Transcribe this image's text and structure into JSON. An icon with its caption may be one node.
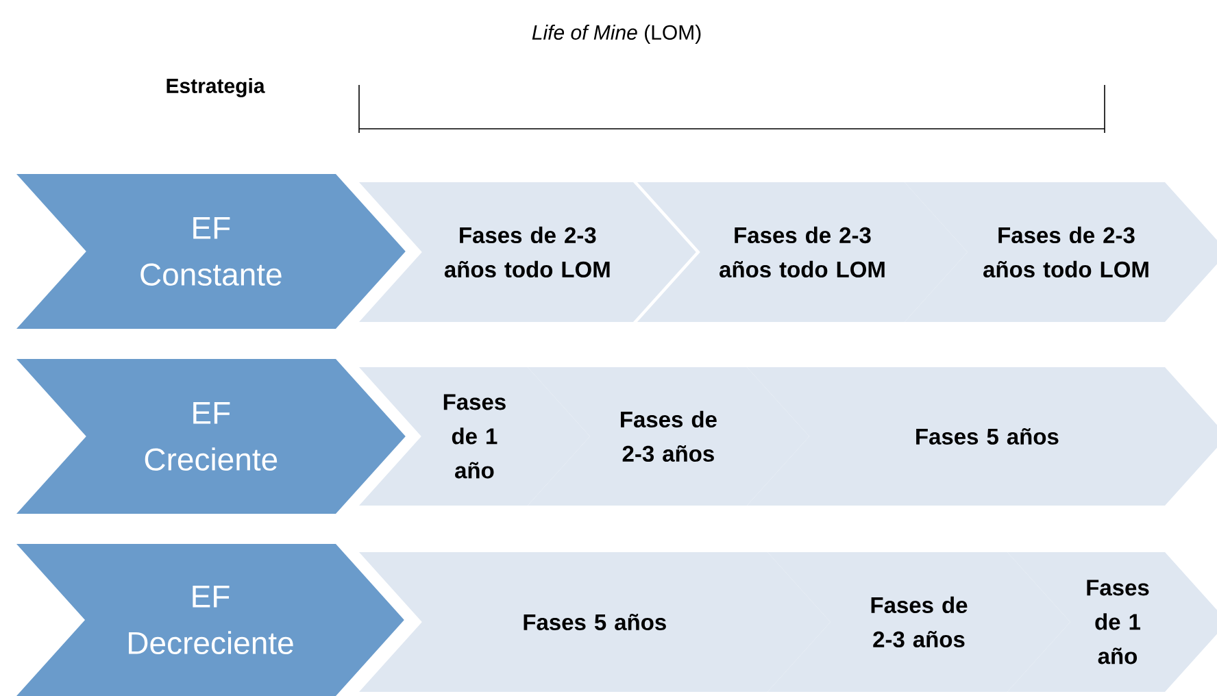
{
  "diagram": {
    "nodes": [
      {
        "text": [
          "EF Constante"
        ]
      },
      {
        "text": [
          "Fases de 2-3 años todo LOM"
        ]
      },
      {
        "text": [
          "Fases de 2-3 años todo LOM"
        ]
      },
      {
        "text": [
          "Fases de 2-3 años todo LOM"
        ]
      },
      {
        "text": [
          "EF Creciente"
        ]
      },
      {
        "text": [
          "Fases de 1 año"
        ]
      },
      {
        "text": [
          "Fases de 2-3 años"
        ]
      },
      {
        "text": [
          "Fases 5 años"
        ]
      },
      {
        "text": [
          "EF Decreciente"
        ]
      },
      {
        "text": [
          "Fases 5 años"
        ]
      },
      {
        "text": [
          "Fases de 2-3 años"
        ]
      },
      {
        "text": [
          "Fases de 1 año"
        ]
      }
    ],
    "labels": [
      "*Life of Mine* (LOM)",
      "Estrategia"
    ]
  }
}
